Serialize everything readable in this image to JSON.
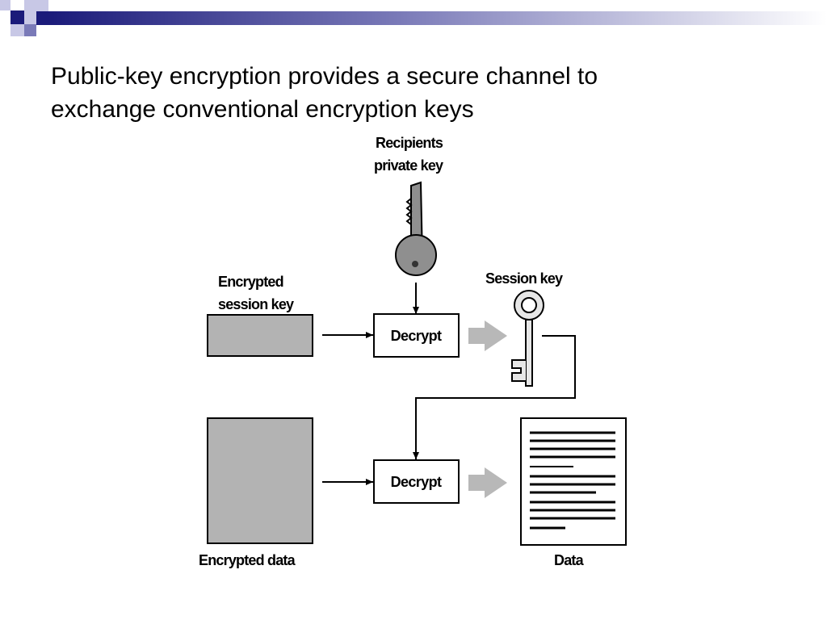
{
  "slide": {
    "title_line1": "Public-key encryption provides a secure channel to",
    "title_line2": "exchange conventional encryption keys"
  },
  "diagram": {
    "recipients_private_key_label_line1": "Recipients",
    "recipients_private_key_label_line2": "private key",
    "encrypted_session_key_label_line1": "Encrypted",
    "encrypted_session_key_label_line2": "session key",
    "session_key_label": "Session key",
    "decrypt_top_label": "Decrypt",
    "decrypt_bottom_label": "Decrypt",
    "encrypted_data_label": "Encrypted data",
    "data_label": "Data",
    "icons": {
      "private_key": "dark-key-icon",
      "session_key": "light-key-icon",
      "document": "document-icon"
    }
  },
  "colors": {
    "header_dark": "#1b1b7a",
    "header_mid": "#6b6bb5",
    "header_light": "#c8c8e6",
    "box_gray": "#b3b3b3",
    "arrow_gray": "#b8b8b8",
    "key_dark": "#8f8f8f"
  }
}
